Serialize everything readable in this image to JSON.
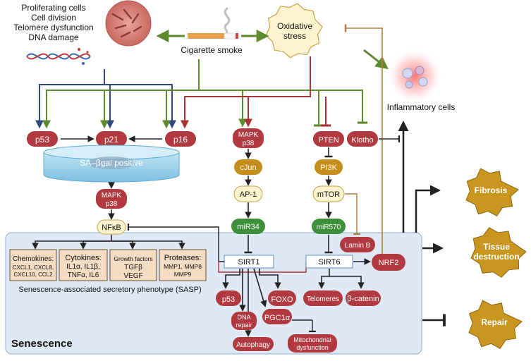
{
  "stimuli": {
    "cell_damage_lines": [
      "Proliferating cells",
      "Cell division",
      "Telomere dysfunction",
      "DNA damage"
    ],
    "smoke": "Cigarette smoke",
    "oxidative_lines": [
      "Oxidative",
      "stress"
    ],
    "inflammatory": "Inflammatory cells"
  },
  "nodes": {
    "p53_top": "p53",
    "p21": "p21",
    "p16": "p16",
    "sa_bgal": "SA–βgal positive",
    "mapk_left_1": "MAPK",
    "mapk_left_2": "p38",
    "nfkb": "NFκB",
    "mapk_mid_1": "MAPK",
    "mapk_mid_2": "p38",
    "cjun": "cJun",
    "ap1": "AP-1",
    "mir34": "miR34",
    "sirt1": "SIRT1",
    "pten": "PTEN",
    "pi3k": "PI3K",
    "mtor": "mTOR",
    "mir570": "miR570",
    "sirt6": "SIRT6",
    "klotho": "Klotho",
    "laminb": "Lamin B",
    "nrf2": "NRF2",
    "p53_bottom": "p53",
    "foxo": "FOXO",
    "dna_repair_1": "DNA",
    "dna_repair_2": "repair",
    "pgc1a": "PGC1α",
    "autophagy": "Autophagy",
    "mito_1": "Mitochondrial",
    "mito_2": "dysfunction",
    "telomeres": "Telomeres",
    "bcatenin": "β-catenin"
  },
  "sasp": {
    "chemokines_title": "Chemokines:",
    "chemokines_lines": [
      "CXCL1, CXCL8,",
      "CXCL10, CCL2"
    ],
    "cytokines_title": "Cytokines:",
    "cytokines_lines": [
      "IL1α, IL1β,",
      "TNFα, IL6"
    ],
    "growth_title": "Growth factors",
    "growth_lines": [
      "TGFβ",
      "VEGF"
    ],
    "proteases_title": "Proteases:",
    "proteases_lines": [
      "MMP1, MMP8",
      "MMP9"
    ],
    "label": "Senescence-associated secretory phenotype (SASP)"
  },
  "box_label": "Senescence",
  "outcomes": {
    "fibrosis": "Fibrosis",
    "tissue_1": "Tissue",
    "tissue_2": "destruction",
    "repair": "Repair"
  },
  "colors": {
    "red_node": "#b03a3f",
    "gold_node": "#c58d1a",
    "green_node": "#3f8e3a",
    "cream_node": "#fdf4cf",
    "navy": "#2f4a7e",
    "olive": "#5e8a2e",
    "crimson": "#a93236",
    "tan": "#a8803c",
    "senescence_bg": "#dfe9f5",
    "burst": "#c8961e"
  }
}
